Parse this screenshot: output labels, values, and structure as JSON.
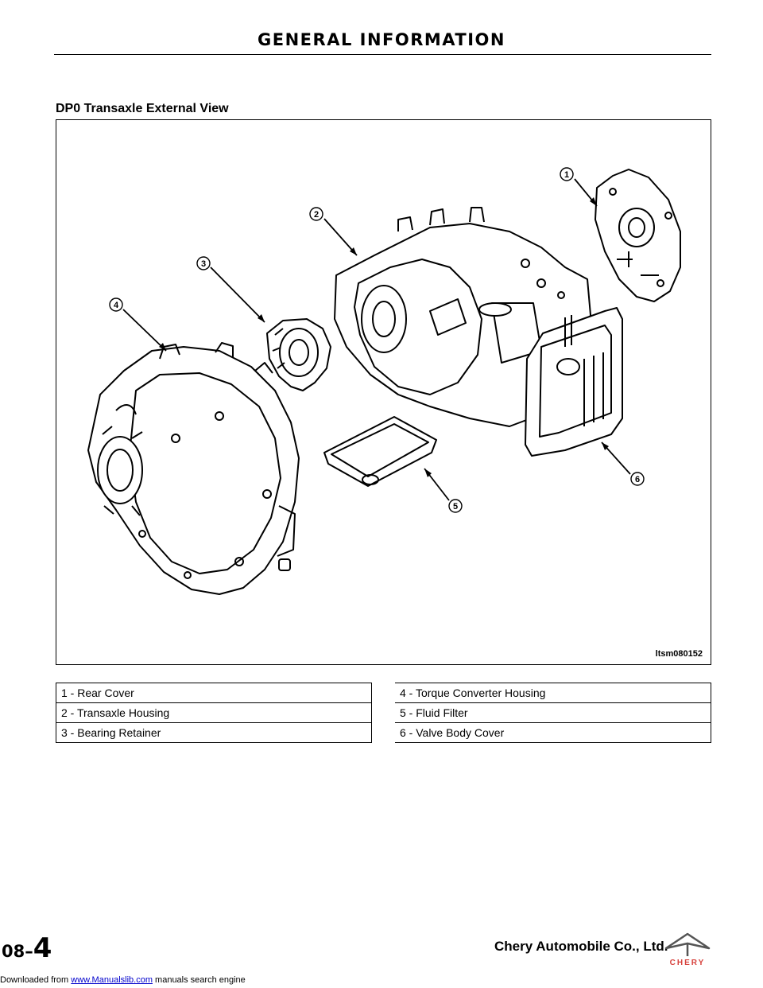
{
  "header": {
    "title": "GENERAL INFORMATION"
  },
  "section": {
    "title": "DP0 Transaxle External View"
  },
  "figure": {
    "id": "ltsm080152",
    "callouts": [
      "1",
      "2",
      "3",
      "4",
      "5",
      "6"
    ]
  },
  "legend": {
    "left": [
      "1 - Rear Cover",
      "2 - Transaxle Housing",
      "3 - Bearing Retainer"
    ],
    "right": [
      "4 - Torque Converter Housing",
      "5 - Fluid Filter",
      "6 - Valve Body Cover"
    ]
  },
  "footer": {
    "page_section": "08–",
    "page_number": "4",
    "company": "Chery Automobile Co., Ltd.",
    "logo_text": "CHERY"
  },
  "download": {
    "prefix": "Downloaded from ",
    "link_text": "www.Manualslib.com",
    "suffix": " manuals search engine"
  }
}
